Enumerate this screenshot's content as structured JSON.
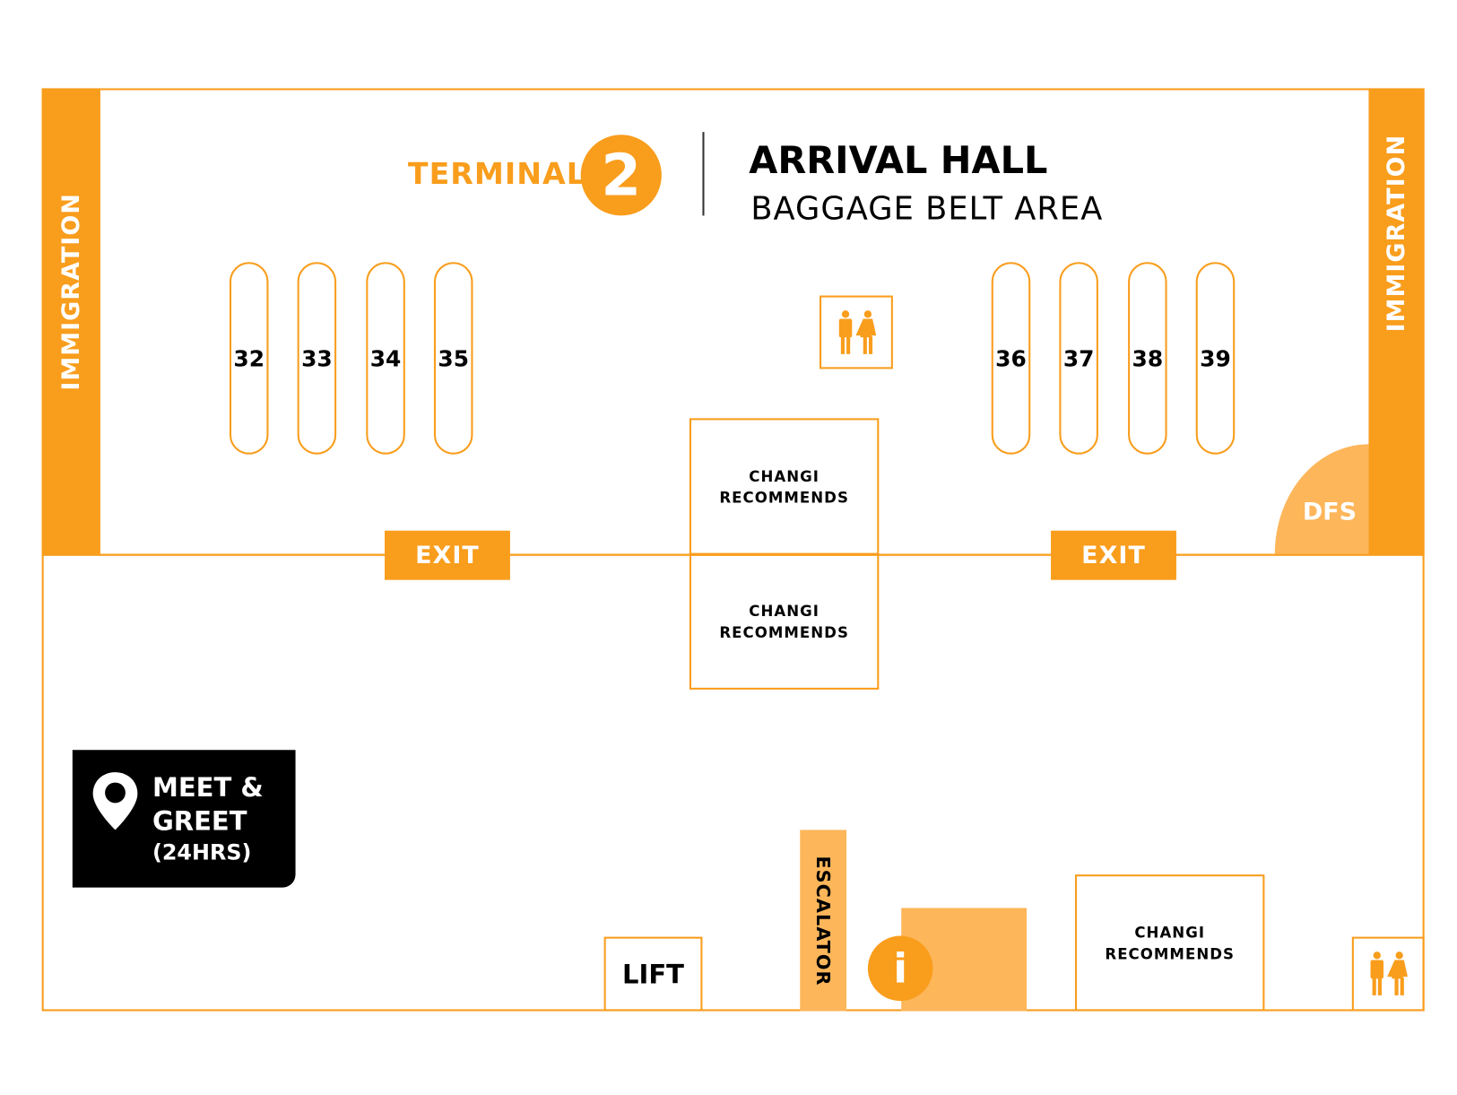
{
  "colors": {
    "accent": "#F99D1C",
    "light_accent": "#FDB65A",
    "dark": "#000000"
  },
  "header": {
    "terminal_label": "TERMINAL",
    "terminal_number": "2",
    "title": "ARRIVAL HALL",
    "subtitle": "BAGGAGE BELT AREA"
  },
  "immigration": {
    "left": "IMMIGRATION",
    "right": "IMMIGRATION"
  },
  "belts": {
    "left": [
      "32",
      "33",
      "34",
      "35"
    ],
    "right": [
      "36",
      "37",
      "38",
      "39"
    ]
  },
  "changi_recommends": [
    "CHANGI\nRECOMMENDS",
    "CHANGI\nRECOMMENDS",
    "CHANGI\nRECOMMENDS"
  ],
  "exits": [
    "EXIT",
    "EXIT"
  ],
  "dfs": "DFS",
  "meet_greet": {
    "line1": "MEET &",
    "line2": "GREET",
    "hours": "(24HRS)",
    "icon": "location-pin-icon"
  },
  "escalator": "ESCALATOR",
  "lift": "LIFT",
  "info": {
    "icon": "info-icon",
    "glyph": "i"
  },
  "restroom_icon": "restroom-icon"
}
